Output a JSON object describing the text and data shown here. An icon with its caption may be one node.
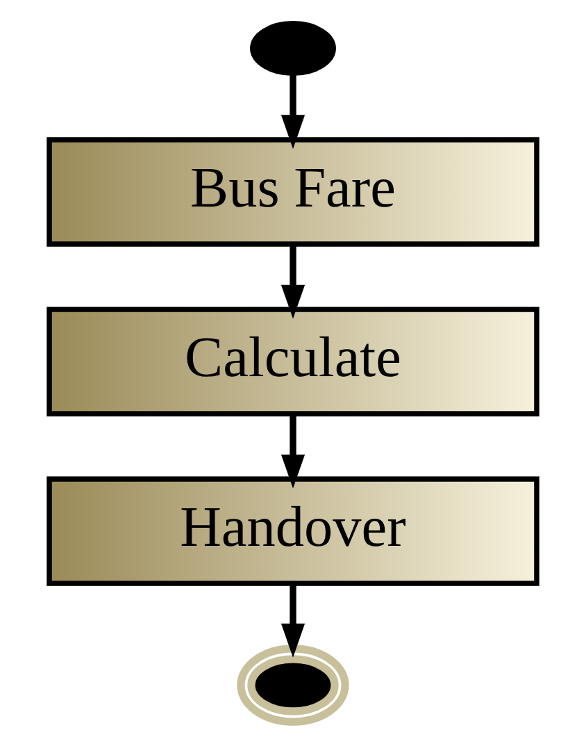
{
  "diagram": {
    "nodes": [
      {
        "text": [],
        "shape": "circle"
      },
      {
        "text": [
          "Bus Fare"
        ]
      },
      {
        "text": [
          "Calculate"
        ]
      },
      {
        "text": [
          "Handover"
        ]
      },
      {
        "text": [],
        "shape": "circle"
      }
    ],
    "edges": [
      {
        "from": 0,
        "to": 1,
        "arrow": "to"
      },
      {
        "from": 1,
        "to": 2,
        "arrow": "to"
      },
      {
        "from": 2,
        "to": 3,
        "arrow": "to"
      },
      {
        "from": 3,
        "to": 4,
        "arrow": "to"
      }
    ]
  }
}
